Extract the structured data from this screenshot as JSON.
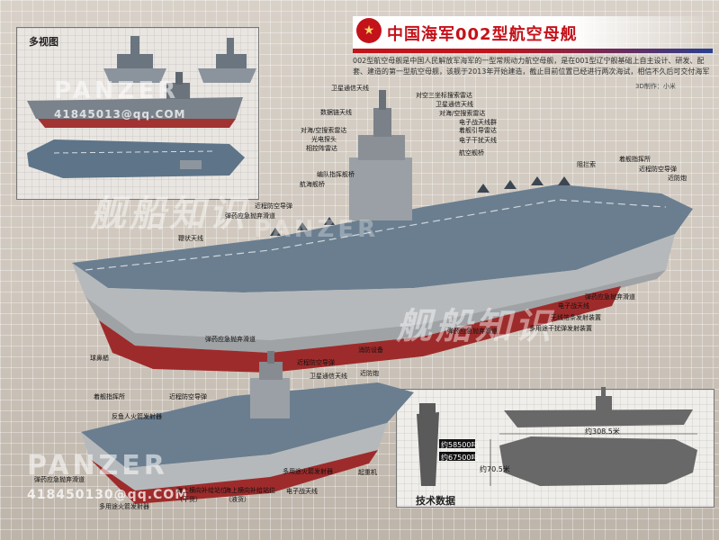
{
  "title": "中国海军002型航空母舰",
  "intro": "002型航空母舰是中国人民解放军海军的一型常规动力航空母舰，是在001型辽宁舰基础上自主设计、研发、配套、建造的第一型航空母舰，该舰于2013年开始建造，截止目前位置已经进行两次海试，相信不久后可交付海军",
  "credit": "3D制作：小米",
  "multiview_title": "多视图",
  "tech_title": "技术数据",
  "tech": {
    "displacement_std": "约58500吨",
    "displacement_full": "约67500吨",
    "length": "约308.5米",
    "width": "约70.5米"
  },
  "watermark": {
    "brand": "PANZER",
    "id": "41845013@qq.COM",
    "site": "舰船知识",
    "id2": "418450130@qq.COM"
  },
  "labels_top": {
    "radar_3d": "对空三坐标搜索雷达",
    "satcom": "卫星通信天线",
    "datalink": "数据链天线",
    "nav_radar": "卫星通信天线",
    "air_sea_radar": "对海/空搜索雷达",
    "ew": "电子战天线群",
    "sea_air_radar": "对海/空搜索雷达",
    "optical": "光电探头",
    "landing_radar": "着舰引导雷达",
    "phased": "相控阵雷达",
    "ecm": "电子干扰天线",
    "bridge": "航空舰桥",
    "island_cmd": "编队指挥舰桥",
    "nav_bridge": "航海舰桥",
    "ciws_fwd": "近程防空导弹",
    "arrester": "阻拦索",
    "landing_cmd": "着舰指挥所",
    "ciws_r": "近程防空导弹",
    "ciws_gun": "近防炮",
    "ammo_lift": "弹药应急抛弃滑道",
    "mast": "鞭状天线",
    "bulb": "球鼻艏",
    "fire": "消防设备",
    "ew2": "电子战天线",
    "decoy": "无线箔条发射装置",
    "ammo_lift2": "弹药应急抛弃滑道",
    "ammo_lift3": "弹药应急抛弃滑道",
    "decoy2": "多用途干扰弹发射装置",
    "ammo_slide3": "弹药应急抛弃滑道"
  },
  "labels_bottom": {
    "ciws": "近程防空导弹",
    "satcom": "卫星通信天线",
    "ciws_gun": "近防炮",
    "landing_cmd": "着舰指挥所",
    "ciws2": "近程防空导弹",
    "antisub": "反鱼人火箭发射器",
    "ammo": "弹药应急抛弃滑道",
    "decoy": "多用途火箭发射器",
    "rescue1": "海上横向补给站位（干货）",
    "rescue2": "海上横向补给站位（液货）",
    "decoy2": "多用途火箭发射器",
    "lift": "起重机",
    "ew": "电子战天线"
  }
}
